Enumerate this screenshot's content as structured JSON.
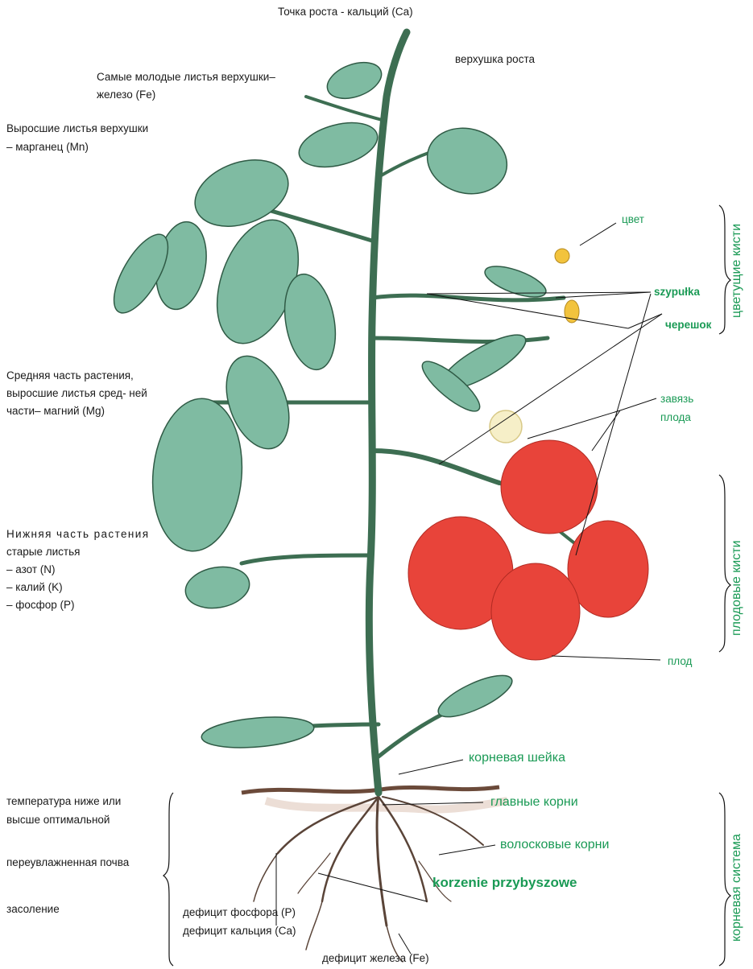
{
  "colors": {
    "label_green": "#1a9a55",
    "stem": "#3d6e52",
    "leaf_fill": "#7fbba2",
    "leaf_edge": "#2f5a45",
    "fruit": "#e8443a",
    "flower": "#f2c33d",
    "soil": "#6b4a3a",
    "root": "#5a4438"
  },
  "labels": {
    "tip_calcium": "Точка роста - кальций (Ca)",
    "growth_tip": "верхушка роста",
    "young_leaves_1": "Самые молодые листья верхушки–",
    "young_leaves_2": "железо (Fe)",
    "grown_top_1": "Выросшие листья верхушки",
    "grown_top_2": "– марганец (Mn)",
    "middle_1": "Средняя часть растения,",
    "middle_2": "выросшие листья сред- ней",
    "middle_3": "части– магний (Mg)",
    "lower_1": "Нижняя часть растения",
    "lower_2": "старые листья",
    "lower_3": "– азот (N)",
    "lower_4": "– калий (K)",
    "lower_5": "– фосфор (P)",
    "flower": "цвет",
    "szypulka": "szypułka",
    "petiole": "черешок",
    "ovary_1": "завязь",
    "ovary_2": "плода",
    "fruit": "плод",
    "root_collar": "корневая шейка",
    "main_roots": "главные корни",
    "hair_roots": "волосковые корни",
    "adventitious_roots": "korzenie przybyszowe",
    "temperature_1": "температура ниже или",
    "temperature_2": "высше оптимальной",
    "waterlogged": "переувлажненная почва",
    "salinity": "засоление",
    "phosphorus_deficit": "дефицит фосфора (P)",
    "calcium_deficit": "дефицит кальция (Ca)",
    "iron_deficit": "дефицит железа (Fe)"
  },
  "side_labels": {
    "flower_clusters": "цветущие кисти",
    "fruit_clusters": "плодовые кисти",
    "root_system": "корневая система"
  }
}
